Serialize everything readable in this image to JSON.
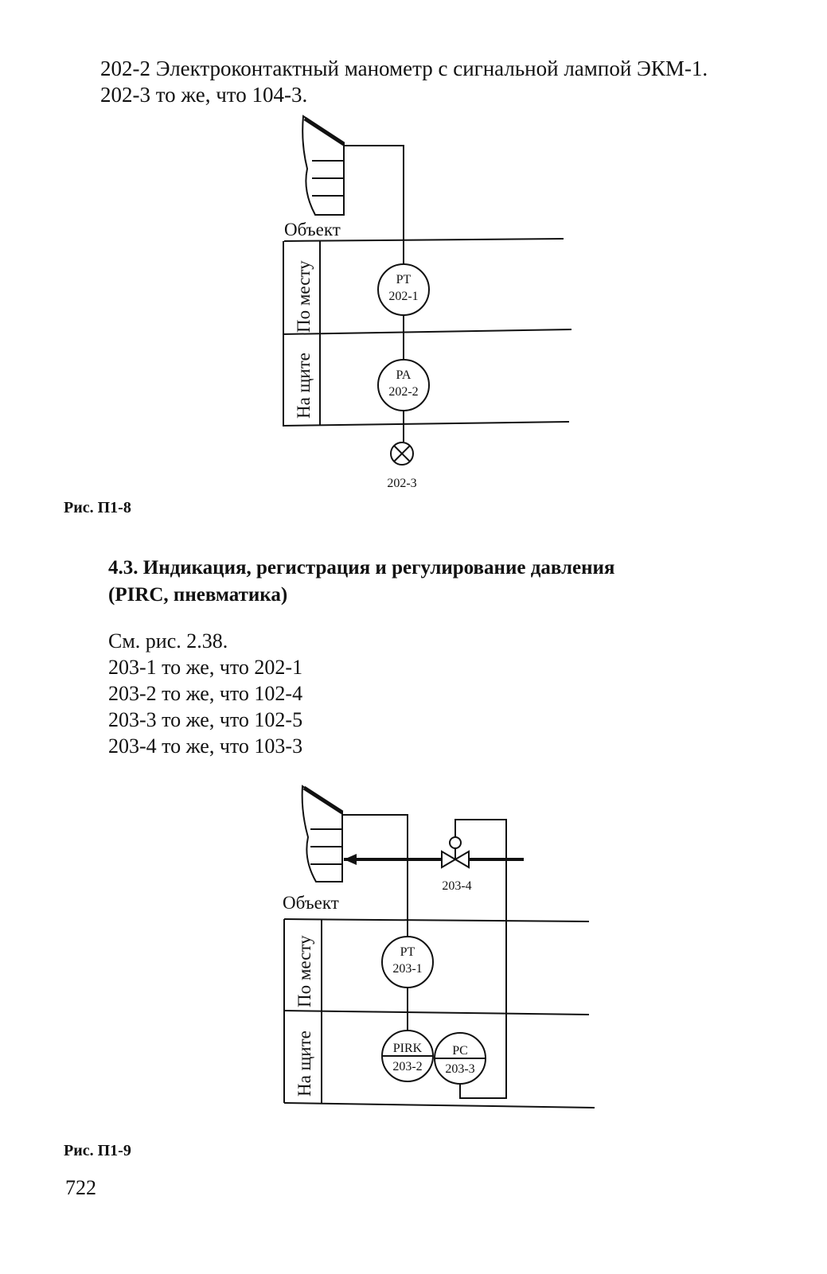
{
  "intro": {
    "line1": "202-2 Электроконтактный манометр с сигнальной лампой ЭКМ-1.",
    "line2": "202-3 то же, что 104-3."
  },
  "fig1": {
    "object_label": "Объект",
    "rows": [
      "По месту",
      "На щите"
    ],
    "instruments": [
      {
        "code": "PT",
        "tag": "202-1"
      },
      {
        "code": "PA",
        "tag": "202-2"
      }
    ],
    "lamp_tag": "202-3",
    "caption": "Рис. П1-8"
  },
  "section": {
    "title_line1": "4.3. Индикация, регистрация и регулирование давления",
    "title_line2": "(PIRC, пневматика)"
  },
  "notes": [
    "См. рис. 2.38.",
    "203-1 то же, что 202-1",
    "203-2 то же, что 102-4",
    "203-3 то же, что 102-5",
    "203-4 то же, что 103-3"
  ],
  "fig2": {
    "object_label": "Объект",
    "valve_tag": "203-4",
    "rows": [
      "По месту",
      "На щите"
    ],
    "instruments": [
      {
        "code": "PT",
        "tag": "203-1"
      },
      {
        "code": "PIRK",
        "tag": "203-2"
      },
      {
        "code": "PC",
        "tag": "203-3"
      }
    ],
    "caption": "Рис. П1-9"
  },
  "page_number": "722"
}
